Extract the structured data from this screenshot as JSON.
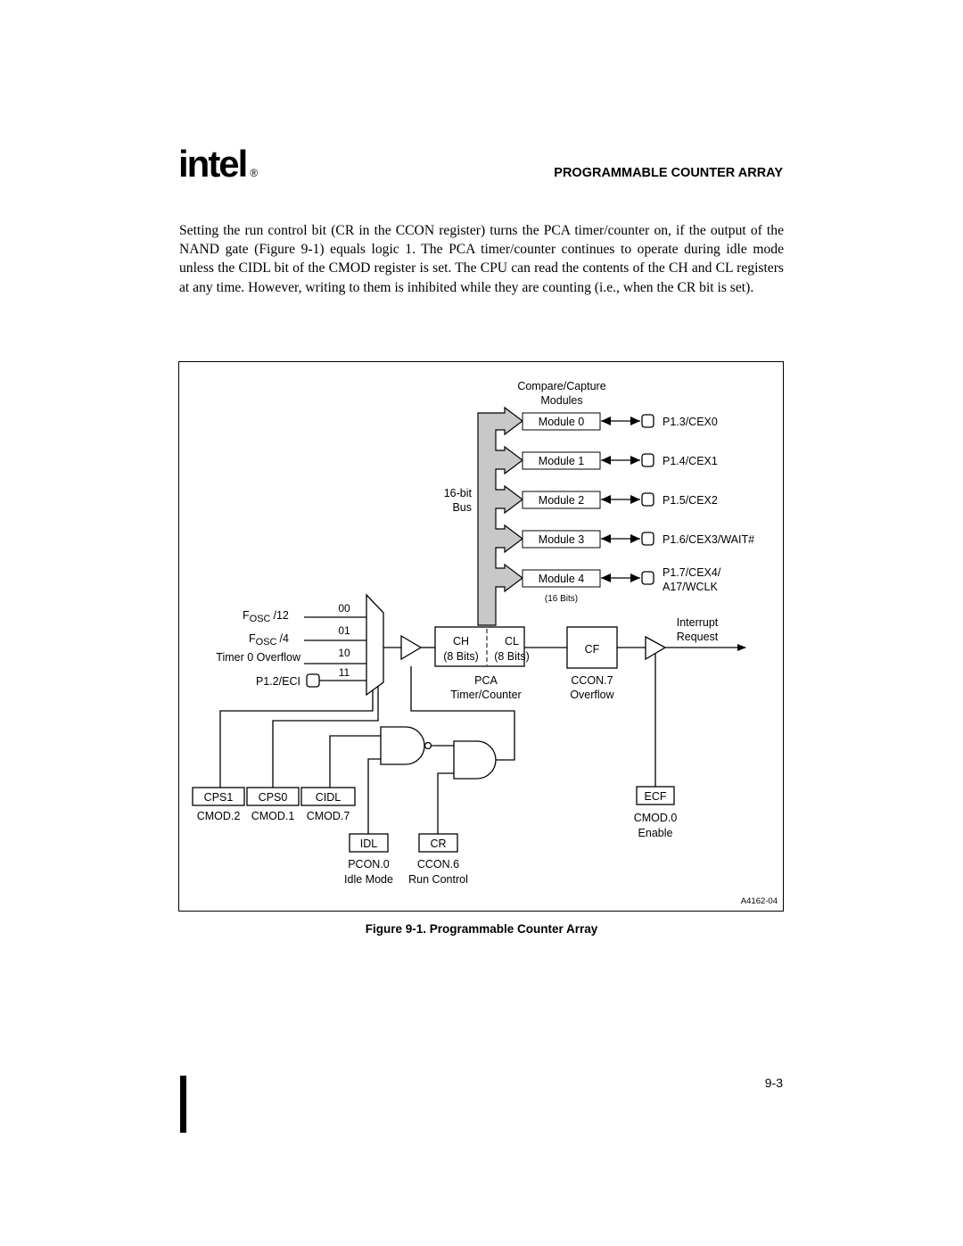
{
  "header": {
    "logo_text": "intel",
    "logo_mark": "®",
    "section_title": "PROGRAMMABLE COUNTER ARRAY"
  },
  "body_paragraph": "Setting the run control bit (CR in the CCON register) turns the PCA timer/counter on, if the output of the NAND gate (Figure 9-1) equals logic 1. The PCA timer/counter continues to operate during idle mode unless the CIDL bit of the CMOD register is set. The CPU can read the contents of the CH and CL registers at any time. However, writing to them is inhibited while they are counting (i.e., when the CR bit is set).",
  "figure": {
    "modules_title_1": "Compare/Capture",
    "modules_title_2": "Modules",
    "bus_label_1": "16-bit",
    "bus_label_2": "Bus",
    "modules": [
      {
        "name": "Module 0",
        "pin": "P1.3/CEX0"
      },
      {
        "name": "Module 1",
        "pin": "P1.4/CEX1"
      },
      {
        "name": "Module 2",
        "pin": "P1.5/CEX2"
      },
      {
        "name": "Module 3",
        "pin": "P1.6/CEX3/WAIT#"
      },
      {
        "name": "Module 4",
        "pin_line1": "P1.7/CEX4/",
        "pin_line2": "A17/WCLK"
      }
    ],
    "module_width_note": "(16 Bits)",
    "mux_inputs": [
      {
        "main": "F",
        "sub": "OSC",
        "suffix": "/12",
        "code": "00"
      },
      {
        "main": "F",
        "sub": "OSC",
        "suffix": "/4",
        "code": "01"
      },
      {
        "label": "Timer 0 Overflow",
        "code": "10"
      },
      {
        "label": "P1.2/ECI",
        "code": "11"
      }
    ],
    "ch_label": "CH",
    "ch_bits": "(8 Bits)",
    "cl_label": "CL",
    "cl_bits": "(8 Bits)",
    "pca_label_1": "PCA",
    "pca_label_2": "Timer/Counter",
    "cf_label": "CF",
    "cf_reg_1": "CCON.7",
    "cf_reg_2": "Overflow",
    "interrupt_1": "Interrupt",
    "interrupt_2": "Request",
    "cmod_bits": [
      {
        "name": "CPS1",
        "reg": "CMOD.2"
      },
      {
        "name": "CPS0",
        "reg": "CMOD.1"
      },
      {
        "name": "CIDL",
        "reg": "CMOD.7"
      }
    ],
    "idl": {
      "name": "IDL",
      "reg": "PCON.0",
      "desc": "Idle Mode"
    },
    "cr": {
      "name": "CR",
      "reg": "CCON.6",
      "desc": "Run Control"
    },
    "ecf": {
      "name": "ECF",
      "reg": "CMOD.0",
      "desc": "Enable"
    },
    "figure_id": "A4162-04"
  },
  "caption": "Figure 9-1.  Programmable Counter Array",
  "page_number": "9-3"
}
